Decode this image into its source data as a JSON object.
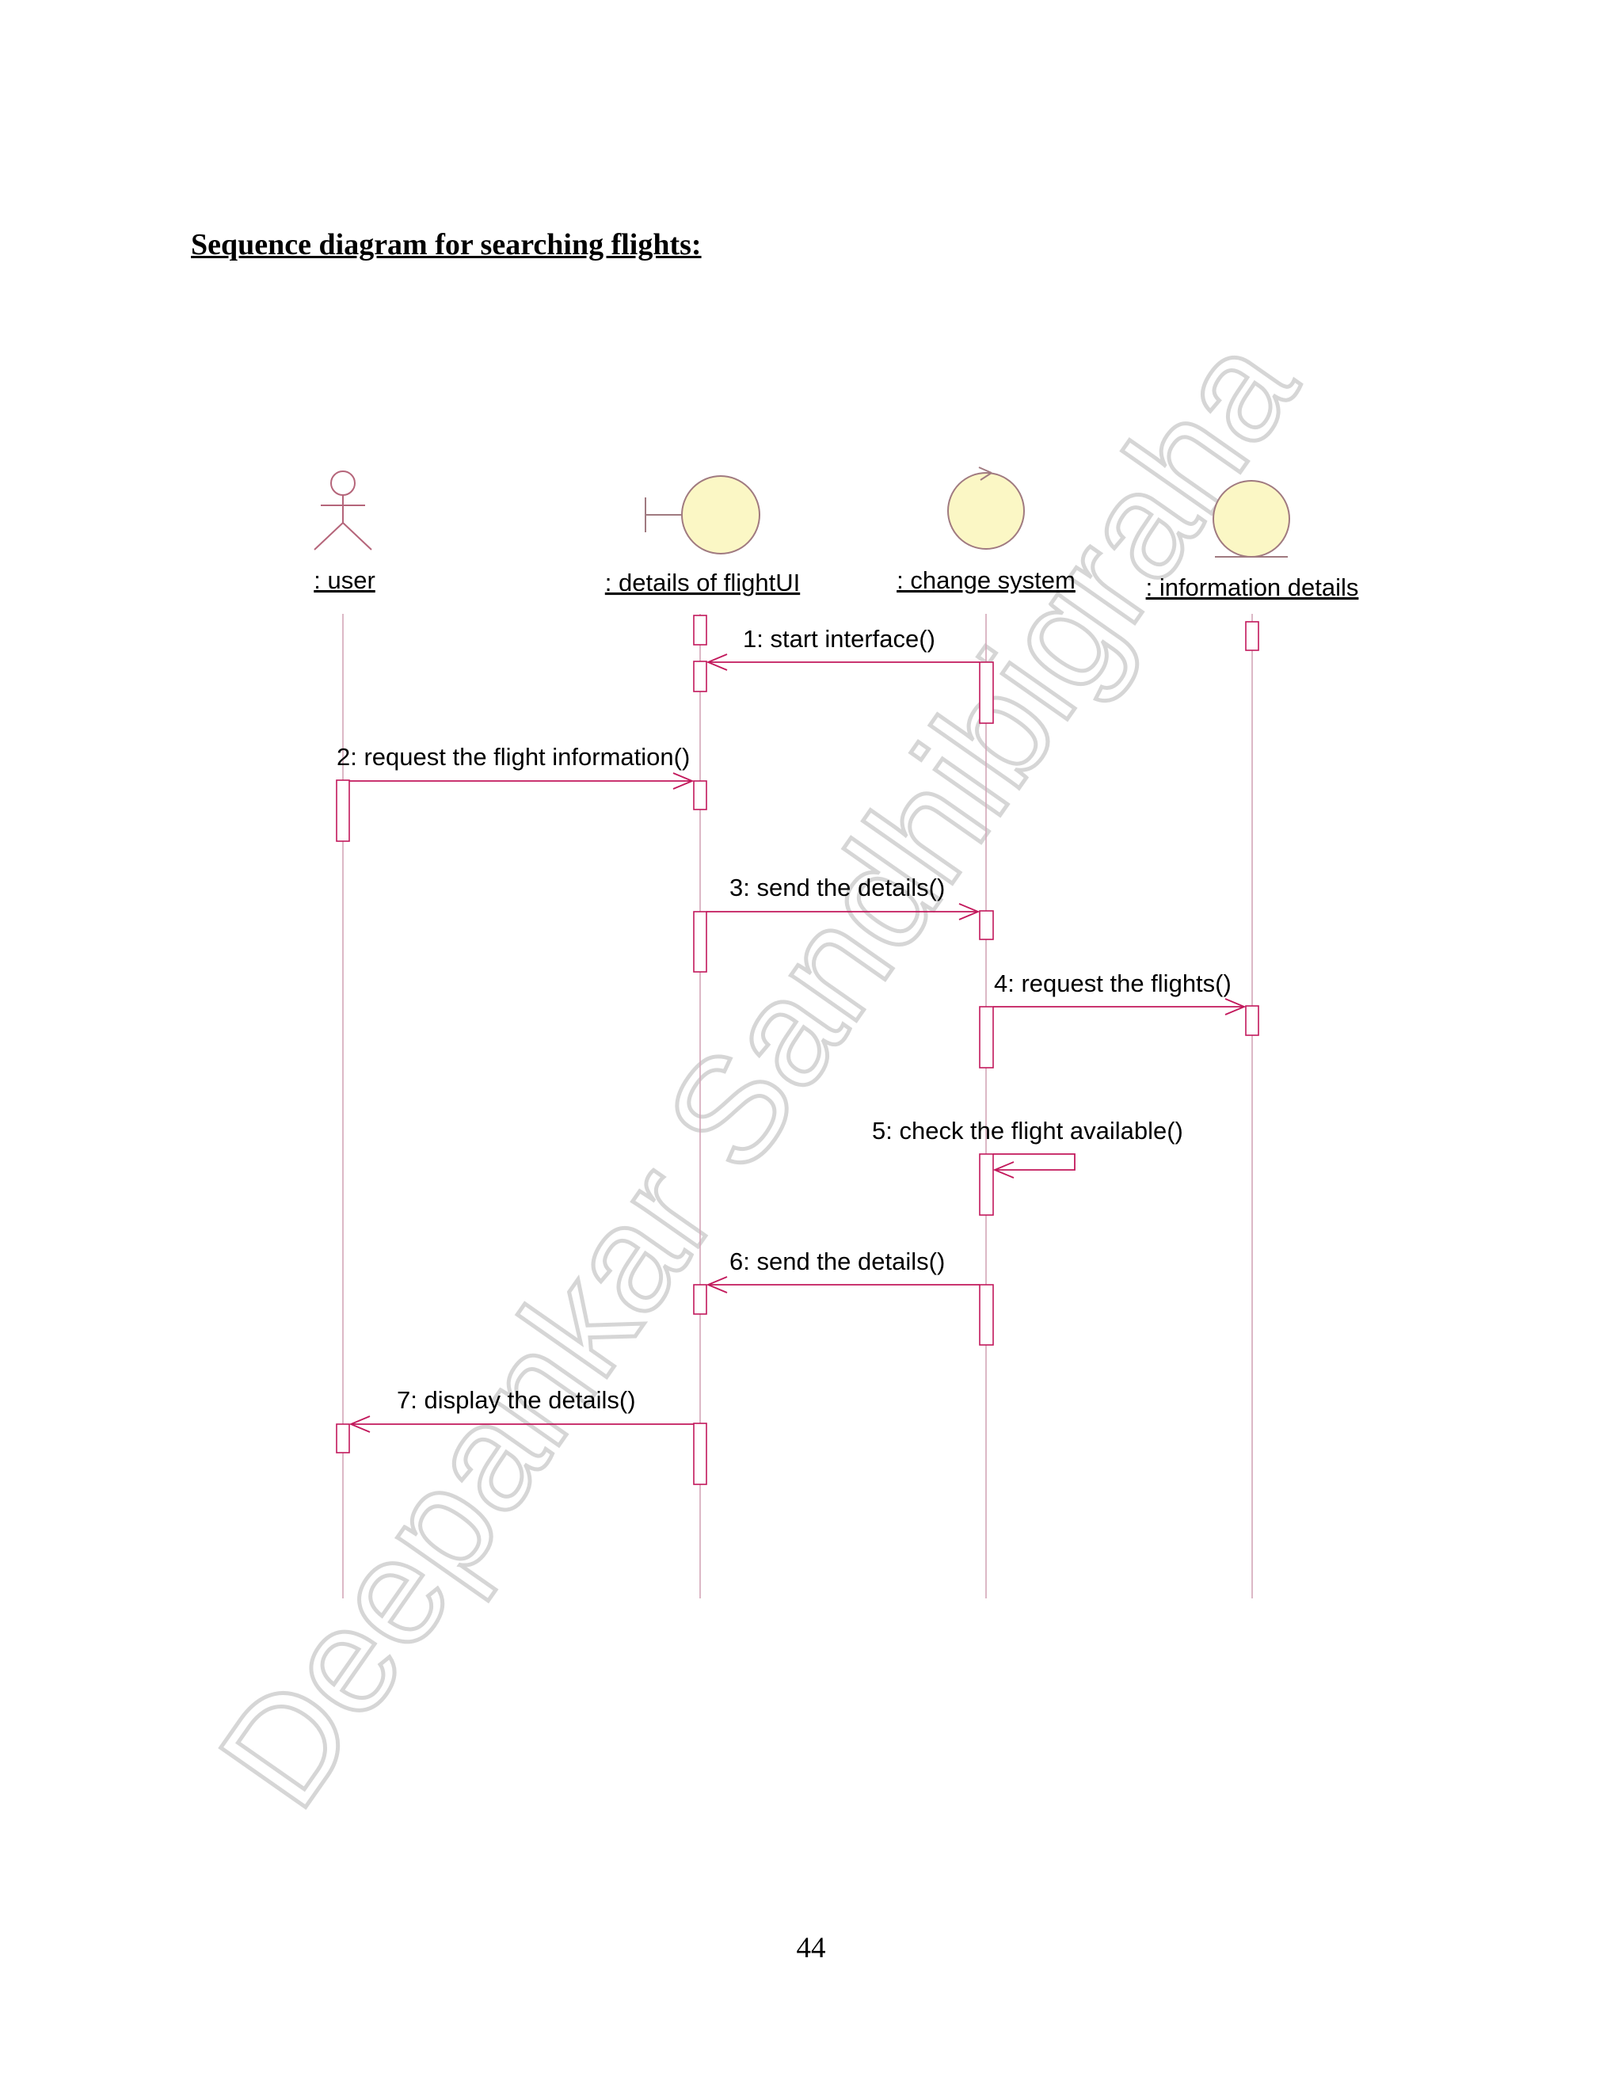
{
  "page": {
    "title": "Sequence diagram for searching flights:",
    "page_number": "44",
    "watermark": "Deepankar Sandhibigraha"
  },
  "colors": {
    "message_line": "#c2185b",
    "lifeline": "#d4a6b8",
    "object_fill": "#fbf7c5",
    "object_stroke": "#a07a80",
    "watermark": "#d9d9d9"
  },
  "participants": [
    {
      "id": "user",
      "label": ": user",
      "kind": "actor"
    },
    {
      "id": "ui",
      "label": ": details of flightUI",
      "kind": "boundary"
    },
    {
      "id": "ctrl",
      "label": ": change system",
      "kind": "control"
    },
    {
      "id": "info",
      "label": ": information details",
      "kind": "entity"
    }
  ],
  "messages": [
    {
      "label": "1: start interface()",
      "from": "ctrl",
      "to": "ui"
    },
    {
      "label": "2: request the flight information()",
      "from": "user",
      "to": "ui"
    },
    {
      "label": "3: send the details()",
      "from": "ui",
      "to": "ctrl"
    },
    {
      "label": "4: request the flights()",
      "from": "ctrl",
      "to": "info"
    },
    {
      "label": "5: check the flight available()",
      "from": "ctrl",
      "to": "ctrl"
    },
    {
      "label": "6: send the details()",
      "from": "ctrl",
      "to": "ui"
    },
    {
      "label": "7: display the details()",
      "from": "ui",
      "to": "user"
    }
  ]
}
